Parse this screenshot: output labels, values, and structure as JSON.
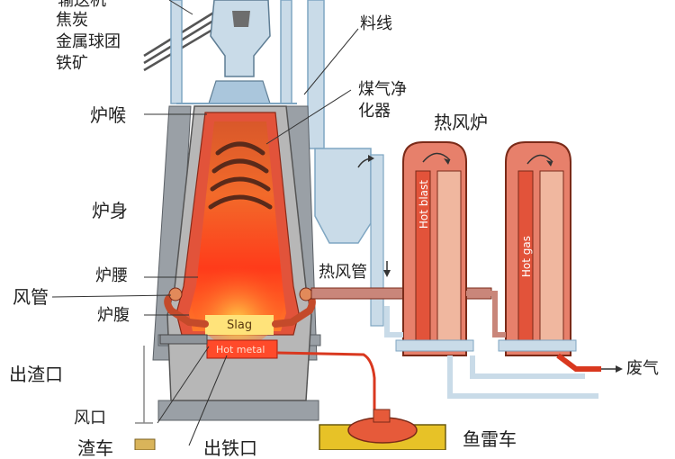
{
  "labels": {
    "top_partial": "输送机",
    "coke": "焦炭",
    "pellet": "金属球团",
    "iron_ore": "铁矿",
    "throat": "炉喉",
    "shaft": "炉身",
    "belly": "炉腰",
    "tuyere_pipe": "风管",
    "bosh": "炉腹",
    "slag_outlet": "出渣口",
    "tuyere": "风口",
    "slag_car_partial": "渣车",
    "iron_outlet_partial": "出铁口",
    "stockline": "料线",
    "gas_cleaner": "煤气净化器",
    "hot_stove": "热风炉",
    "hot_blast_pipe": "热风管",
    "waste_gas": "废气",
    "torpedo_car": "鱼雷车"
  },
  "inner_labels": {
    "slag": "Slag",
    "hot_metal": "Hot metal",
    "hot_blast": "Hot blast",
    "hot_gas": "Hot gas"
  },
  "colors": {
    "steel": "#8f959b",
    "pipe_blue": "#c9dbe8",
    "refractory": "#e2533a",
    "stove": "#e7806b",
    "stove_inner": "#f0b79f",
    "hot_core": "#ff3a1a",
    "slag_yellow": "#ffe37a",
    "torpedo": "#e7c227"
  }
}
